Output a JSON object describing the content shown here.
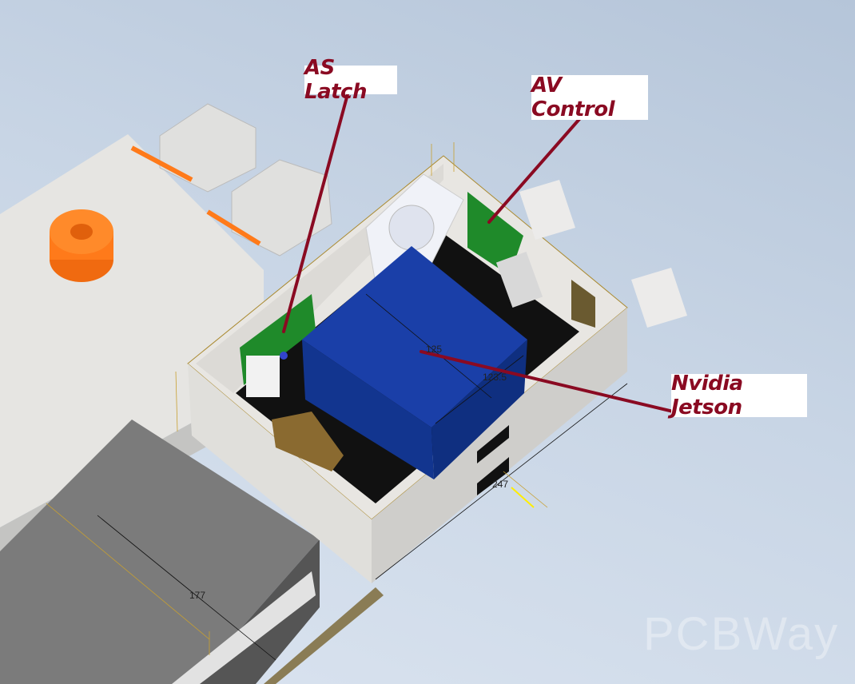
{
  "callouts": {
    "as_latch": "AS Latch",
    "av_control": "AV Control",
    "nvidia_jetson": "Nvidia Jetson"
  },
  "dimensions": {
    "d125": "125",
    "d123_5": "123.5",
    "d247": "247",
    "d177": "177"
  },
  "watermark": "PCBWay",
  "colors": {
    "callout_text": "#8a0a22",
    "leader": "#8a0a22",
    "enclosure_blue": "#1a3fa8",
    "pcb_green": "#1f8a2a",
    "orange_part": "#ff7a1a"
  }
}
